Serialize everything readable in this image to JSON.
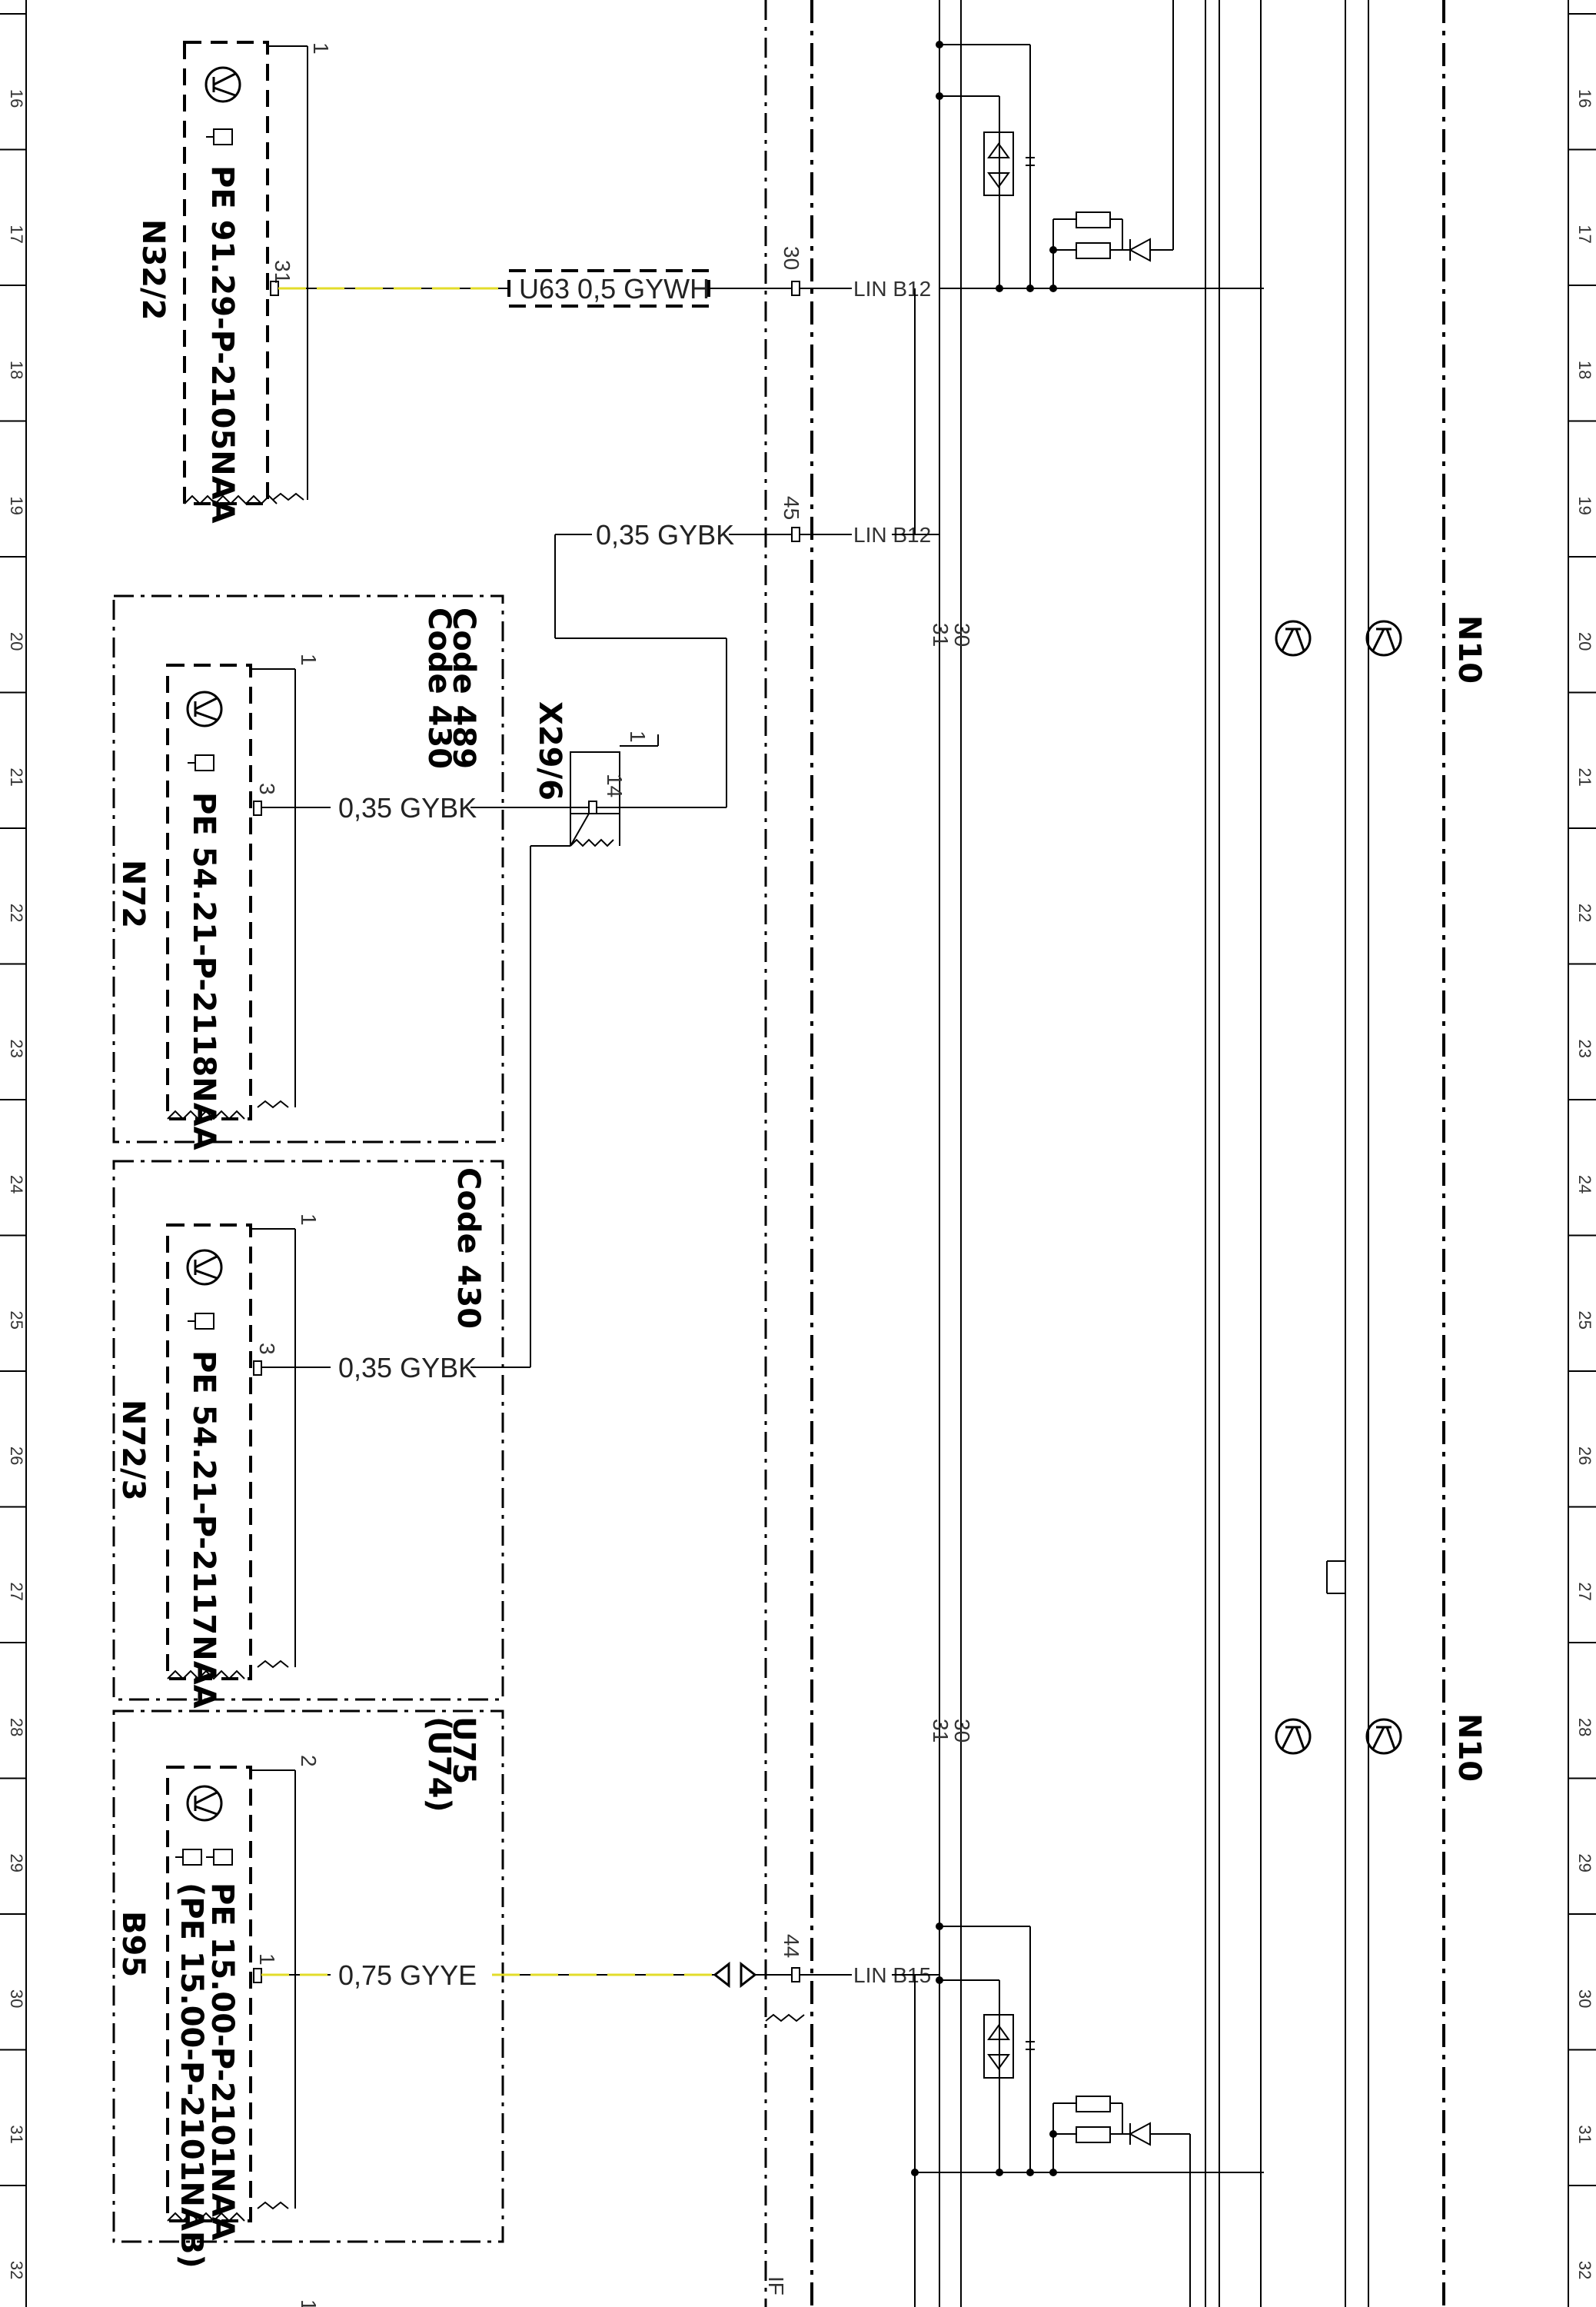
{
  "grid_numbers": [
    "16",
    "17",
    "18",
    "19",
    "20",
    "21",
    "22",
    "23",
    "24",
    "25",
    "26",
    "27",
    "28",
    "29",
    "30",
    "31",
    "32"
  ],
  "components": {
    "n32": {
      "ref": "N32/2",
      "doc": "PE 91.29-P-2105NAA",
      "pin": "31",
      "conn": "1"
    },
    "n72": {
      "ref": "N72",
      "doc": "PE 54.21-P-2118NAA",
      "pin": "3",
      "conn": "1"
    },
    "n72_3": {
      "ref": "N72/3",
      "doc": "PE 54.21-P-2117NAA",
      "pin": "3",
      "conn": "1"
    },
    "b95": {
      "ref": "B95",
      "doc": "PE 15.00-P-2101NAA",
      "doc2": "(PE 15.00-P-2101NAB)",
      "pin": "1",
      "conn": "2"
    }
  },
  "codes": {
    "c489": "Code 489",
    "c430a": "Code 430",
    "c430b": "Code 430",
    "u75": "U75",
    "u74": "(U74)"
  },
  "connector_x29": {
    "ref": "X29/6",
    "pin": "14",
    "conn": "1"
  },
  "wires": {
    "w_u63": "U63   0,5 GYWH",
    "w_gybk_top": "0,35 GYBK",
    "w_gybk_n72": "0,35 GYBK",
    "w_gybk_n72_3": "0,35 GYBK",
    "w_gyye": "0,75 GYYE"
  },
  "pins_n10": {
    "p30": "30",
    "p45": "45",
    "p44": "44",
    "lin_b12_a": "LIN B12",
    "lin_b12_b": "LIN B12",
    "lin_b15": "LIN B15"
  },
  "bus": {
    "b31a": "31",
    "b30a": "30",
    "b31b": "31",
    "b30b": "30"
  },
  "module": {
    "n10_a": "N10",
    "n10_b": "N10"
  },
  "bottom_mark": "IF",
  "bottom_conn": "1"
}
